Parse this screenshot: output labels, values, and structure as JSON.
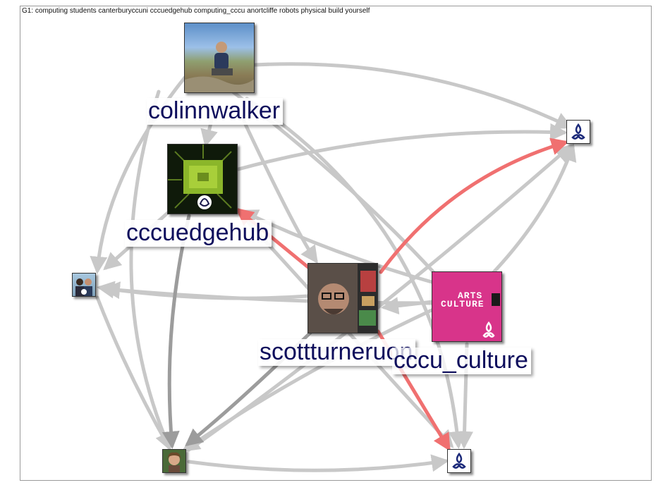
{
  "graph": {
    "title": "G1: computing students canterburyccuni cccuedgehub computing_cccu anortcliffe robots physical build yourself"
  },
  "nodes": {
    "colinnwalker": {
      "label": "colinnwalker",
      "icon": "profile-photo-man-outdoors"
    },
    "cccuedgehub": {
      "label": "cccuedgehub",
      "icon": "circuit-chip-logo"
    },
    "scottturneruon": {
      "label": "scottturneruon",
      "icon": "profile-photo-man-glasses"
    },
    "cccu_culture": {
      "label": "cccu_culture",
      "icon": "arts-culture-logo",
      "logo_text_1": "ARTS",
      "logo_text_2": "CULTURE"
    },
    "top_right_logo": {
      "icon": "cccu-trefoil-logo"
    },
    "bottom_right_logo": {
      "icon": "cccu-trefoil-logo"
    },
    "left_avatar": {
      "icon": "profile-photo-two-people"
    },
    "bottom_left_avatar": {
      "icon": "profile-photo-woman"
    }
  },
  "colors": {
    "edge_default": "#c8c8c8",
    "edge_dark": "#9c9c9c",
    "edge_highlight": "#f07070",
    "label_text": "#0d0d5c",
    "culture_pink": "#d8348a"
  }
}
